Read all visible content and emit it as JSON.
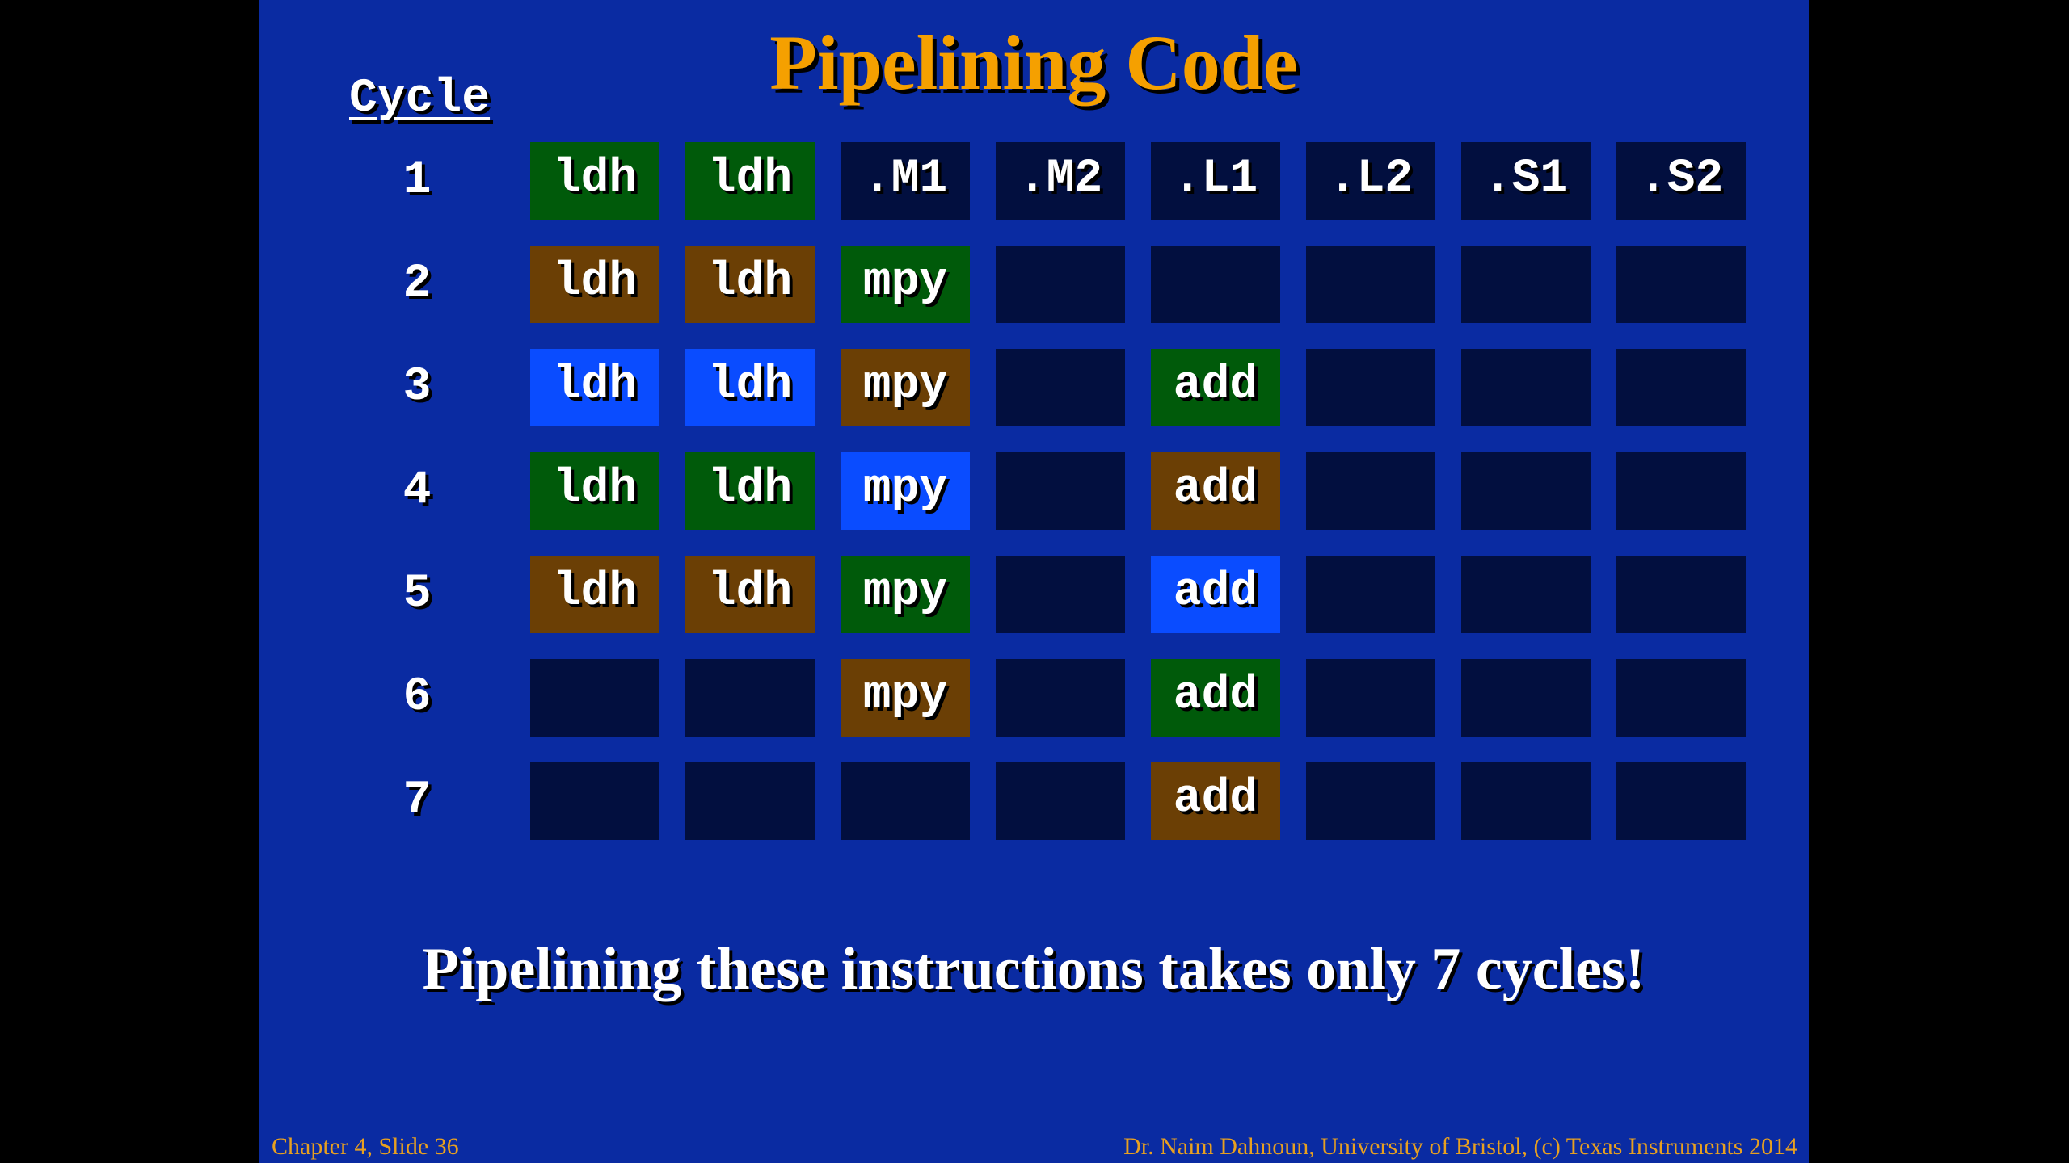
{
  "slide": {
    "title": "Pipelining Code",
    "cycle_heading": "Cycle",
    "summary": "Pipelining these instructions takes only 7 cycles!",
    "footer_left": "Chapter 4, Slide 36",
    "footer_right": "Dr. Naim Dahnoun, University of Bristol,  (c) Texas Instruments 2014"
  },
  "colors": {
    "background": "#0a2ba2",
    "title": "#f5a000",
    "footer": "#e8a020",
    "empty": "#020f3f",
    "green": "#005a0a",
    "brown": "#6b3f05",
    "blue": "#0a4cff"
  },
  "table": {
    "rows": [
      {
        "cycle": "1",
        "cells": [
          {
            "text": "ldh",
            "color": "green"
          },
          {
            "text": "ldh",
            "color": "green"
          },
          {
            "text": ".M1",
            "color": "empty"
          },
          {
            "text": ".M2",
            "color": "empty"
          },
          {
            "text": ".L1",
            "color": "empty"
          },
          {
            "text": ".L2",
            "color": "empty"
          },
          {
            "text": ".S1",
            "color": "empty"
          },
          {
            "text": ".S2",
            "color": "empty"
          }
        ]
      },
      {
        "cycle": "2",
        "cells": [
          {
            "text": "ldh",
            "color": "brown"
          },
          {
            "text": "ldh",
            "color": "brown"
          },
          {
            "text": "mpy",
            "color": "green"
          },
          {
            "text": "",
            "color": "empty"
          },
          {
            "text": "",
            "color": "empty"
          },
          {
            "text": "",
            "color": "empty"
          },
          {
            "text": "",
            "color": "empty"
          },
          {
            "text": "",
            "color": "empty"
          }
        ]
      },
      {
        "cycle": "3",
        "cells": [
          {
            "text": "ldh",
            "color": "blue"
          },
          {
            "text": "ldh",
            "color": "blue"
          },
          {
            "text": "mpy",
            "color": "brown"
          },
          {
            "text": "",
            "color": "empty"
          },
          {
            "text": "add",
            "color": "green"
          },
          {
            "text": "",
            "color": "empty"
          },
          {
            "text": "",
            "color": "empty"
          },
          {
            "text": "",
            "color": "empty"
          }
        ]
      },
      {
        "cycle": "4",
        "cells": [
          {
            "text": "ldh",
            "color": "green"
          },
          {
            "text": "ldh",
            "color": "green"
          },
          {
            "text": "mpy",
            "color": "blue"
          },
          {
            "text": "",
            "color": "empty"
          },
          {
            "text": "add",
            "color": "brown"
          },
          {
            "text": "",
            "color": "empty"
          },
          {
            "text": "",
            "color": "empty"
          },
          {
            "text": "",
            "color": "empty"
          }
        ]
      },
      {
        "cycle": "5",
        "cells": [
          {
            "text": "ldh",
            "color": "brown"
          },
          {
            "text": "ldh",
            "color": "brown"
          },
          {
            "text": "mpy",
            "color": "green"
          },
          {
            "text": "",
            "color": "empty"
          },
          {
            "text": "add",
            "color": "blue"
          },
          {
            "text": "",
            "color": "empty"
          },
          {
            "text": "",
            "color": "empty"
          },
          {
            "text": "",
            "color": "empty"
          }
        ]
      },
      {
        "cycle": "6",
        "cells": [
          {
            "text": "",
            "color": "empty"
          },
          {
            "text": "",
            "color": "empty"
          },
          {
            "text": "mpy",
            "color": "brown"
          },
          {
            "text": "",
            "color": "empty"
          },
          {
            "text": "add",
            "color": "green"
          },
          {
            "text": "",
            "color": "empty"
          },
          {
            "text": "",
            "color": "empty"
          },
          {
            "text": "",
            "color": "empty"
          }
        ]
      },
      {
        "cycle": "7",
        "cells": [
          {
            "text": "",
            "color": "empty"
          },
          {
            "text": "",
            "color": "empty"
          },
          {
            "text": "",
            "color": "empty"
          },
          {
            "text": "",
            "color": "empty"
          },
          {
            "text": "add",
            "color": "brown"
          },
          {
            "text": "",
            "color": "empty"
          },
          {
            "text": "",
            "color": "empty"
          },
          {
            "text": "",
            "color": "empty"
          }
        ]
      }
    ]
  }
}
